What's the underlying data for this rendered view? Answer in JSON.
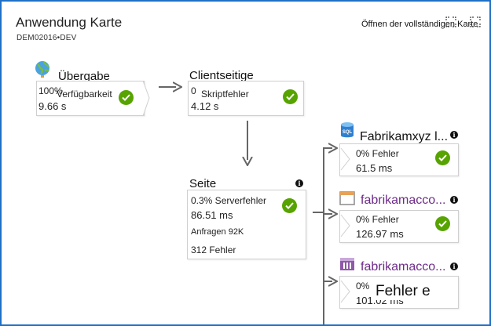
{
  "header": {
    "title": "Anwendung Karte",
    "subtitle": "DEM02016•DEV",
    "open_full_map": "Öffnen der vollständigen Karte"
  },
  "nodes": {
    "delivery": {
      "title": "Übergabe",
      "line1": "100%",
      "line1_label": "Verfügbarkeit",
      "line2": "9.66 s"
    },
    "client": {
      "title": "Clientseitige",
      "line1": "0",
      "line1_label": "Skriptfehler",
      "line2": "4.12 s"
    },
    "page": {
      "title": "Seite",
      "line1": "0.3% Serverfehler",
      "line2": "86.51 ms",
      "line3": "Anfragen 92K",
      "line4": "312 Fehler"
    },
    "sql": {
      "title": "Fabrikamxyz l...",
      "line1": "0% Fehler",
      "line2": "61.5 ms",
      "icon_label": "SQL"
    },
    "svc1": {
      "title": "fabrikamacco...",
      "line1": "0% Fehler",
      "line2": "126.97 ms"
    },
    "svc2": {
      "title": "fabrikamacco...",
      "line1": "0%",
      "line2": "101.02 ms",
      "overlay": "Fehler e"
    }
  },
  "colors": {
    "frame": "#1f6fc5",
    "ok": "#57a300",
    "service_title": "#6e2b8a"
  }
}
